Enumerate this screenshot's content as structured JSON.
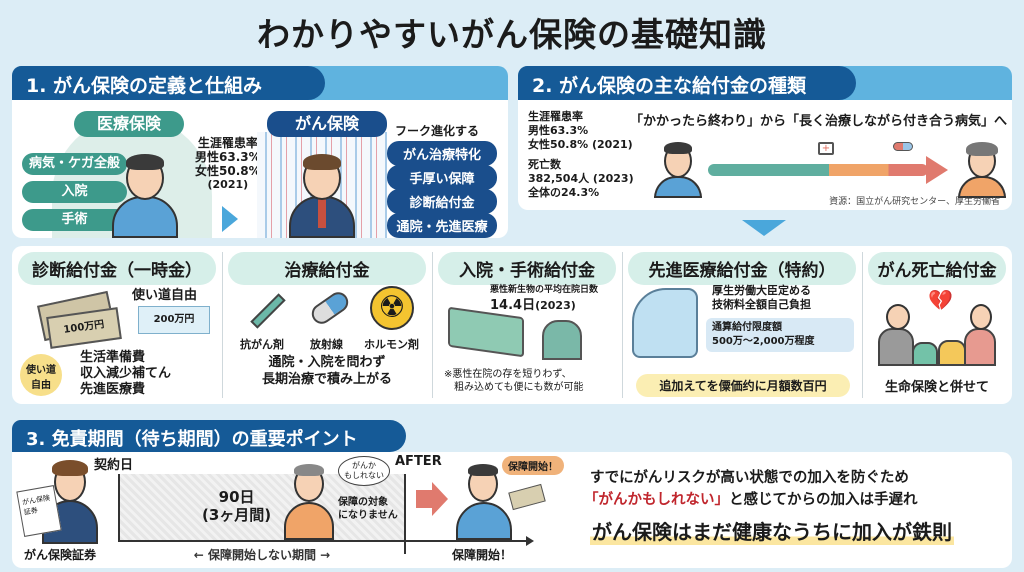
{
  "title": "わかりやすいがん保険の基礎知識",
  "section1": {
    "heading": "1. がん保険の定義と仕組み",
    "medical_label": "医療保険",
    "medical_items": [
      "病気・ケガ全般",
      "入院",
      "手術"
    ],
    "stats": [
      "生涯罹患率",
      "男性63.3%",
      "女性50.8%",
      "(2021)"
    ],
    "cancer_label": "がん保険",
    "evolve_label": "フーク進化する",
    "cancer_items": [
      "がん治療特化",
      "手厚い保障",
      "診断給付金",
      "通院・先進医療"
    ]
  },
  "section2": {
    "heading": "2. がん保険の主な給付金の種類",
    "stats1": [
      "生涯罹患率",
      "男性63.3%",
      "女性50.8% (2021)"
    ],
    "stats2": [
      "死亡数",
      "382,504人 (2023)",
      "全体の24.3%"
    ],
    "tagline": "「かかったら終わり」から「長く治療しながら付き合う病気」へ",
    "source": "資源：国立がん研究センター、厚生労働省",
    "bar_colors": [
      "#5fae9f",
      "#f0a468",
      "#e07a6e"
    ]
  },
  "benefits": [
    {
      "title": "診断給付金（一時金）",
      "bill1": "100万円",
      "bill2": "200万円",
      "free_use": "使い道自由",
      "badge": "使い道\n自由",
      "items": [
        "生活準備費",
        "収入減少補てん",
        "先進医療費"
      ]
    },
    {
      "title": "治療給付金",
      "treatments": [
        "抗がん剤",
        "放射線",
        "ホルモン剤"
      ],
      "desc": [
        "通院・入院を問わず",
        "長期治療で積み上がる"
      ]
    },
    {
      "title": "入院・手術給付金",
      "stat_label": "悪性新生物の平均在院日数",
      "stat_value": "14.4日",
      "stat_year": "(2023)",
      "note": [
        "※悪性在院の存を短りわず、",
        "粗み込めても便にも数が可能"
      ]
    },
    {
      "title": "先進医療給付金（特約）",
      "desc": [
        "厚生労働大臣定める",
        "技術料全額自己負担"
      ],
      "limit": [
        "通算給付限度額",
        "500万〜2,000万程度"
      ],
      "footer": "追加えてを僳価约に月額数百円"
    },
    {
      "title": "がん死亡給付金",
      "footer": "生命保険と併せて"
    }
  ],
  "section3": {
    "heading": "3. 免責期間（待ち期間）の重要ポイント",
    "certificate_doc": "がん保険証券",
    "certificate_label": "がん保険証券",
    "contract_day": "契約日",
    "period": "90日",
    "period_sub": "(3ヶ月間)",
    "thought": "がんか\nもしれない",
    "not_covered": [
      "保障の対象",
      "になりません"
    ],
    "after": "AFTER",
    "waiting_label": "保障開始しない期間",
    "start_bubble": "保障開始！",
    "start_label": "保障開始！",
    "line1": "すでにがんリスクが高い状態での加入を防ぐため",
    "line2_red": "「がんかもしれない」",
    "line2_rest": "と感じてからの加入は手遅れ",
    "conclusion": "がん保険はまだ健康なうちに加入が鉄則"
  }
}
